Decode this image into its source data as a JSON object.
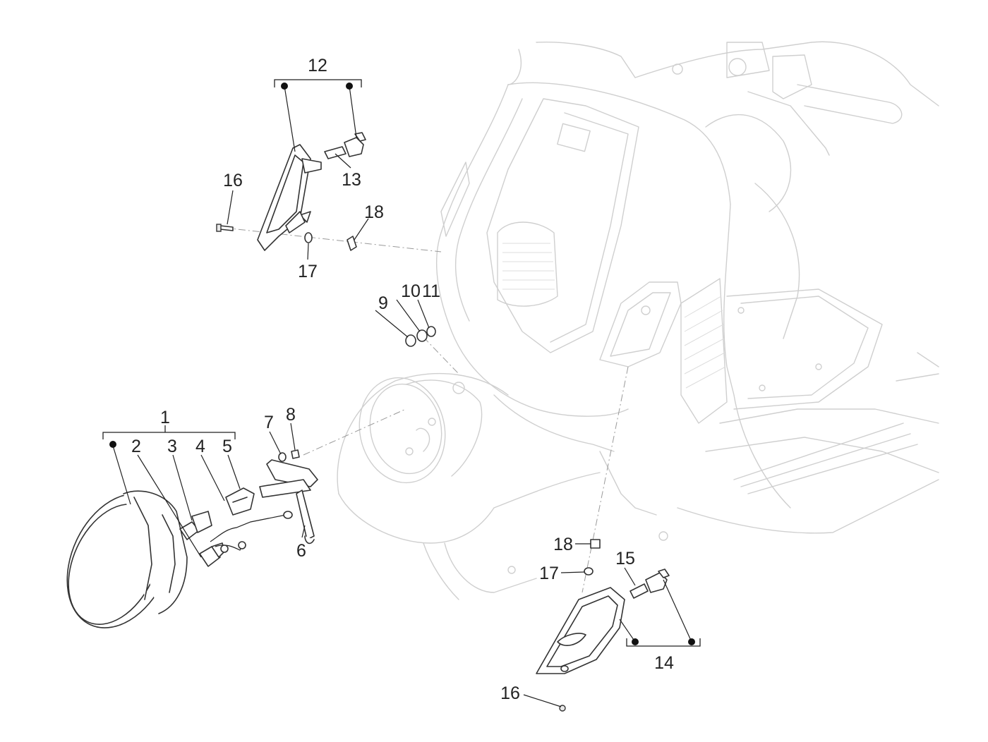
{
  "diagram": {
    "callouts": [
      {
        "id": "c12",
        "text": "12"
      },
      {
        "id": "c13",
        "text": "13"
      },
      {
        "id": "c16a",
        "text": "16"
      },
      {
        "id": "c18a",
        "text": "18"
      },
      {
        "id": "c17a",
        "text": "17"
      },
      {
        "id": "c9",
        "text": "9"
      },
      {
        "id": "c10",
        "text": "10"
      },
      {
        "id": "c11",
        "text": "11"
      },
      {
        "id": "c1",
        "text": "1"
      },
      {
        "id": "c2",
        "text": "2"
      },
      {
        "id": "c3",
        "text": "3"
      },
      {
        "id": "c4",
        "text": "4"
      },
      {
        "id": "c5",
        "text": "5"
      },
      {
        "id": "c7",
        "text": "7"
      },
      {
        "id": "c8",
        "text": "8"
      },
      {
        "id": "c6",
        "text": "6"
      },
      {
        "id": "c18b",
        "text": "18"
      },
      {
        "id": "c17b",
        "text": "17"
      },
      {
        "id": "c15",
        "text": "15"
      },
      {
        "id": "c14",
        "text": "14"
      },
      {
        "id": "c16b",
        "text": "16"
      }
    ]
  }
}
